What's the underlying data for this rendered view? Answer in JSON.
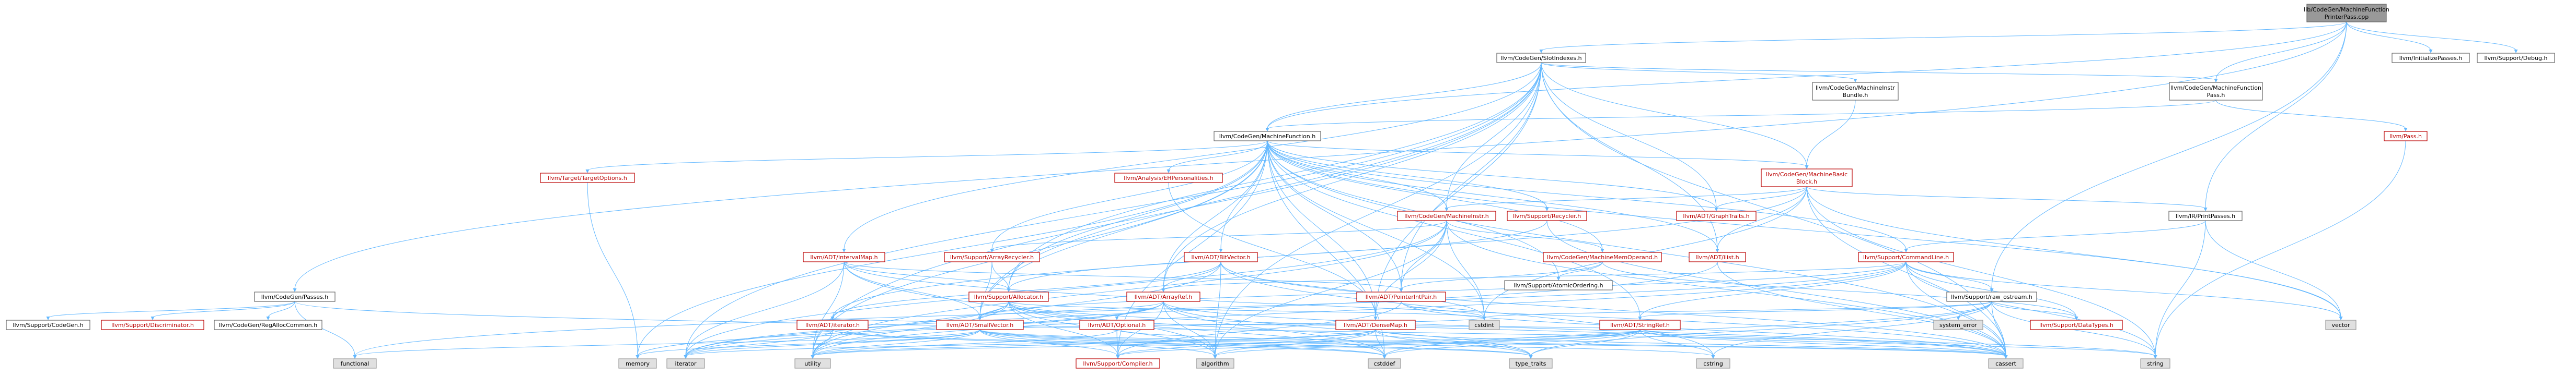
{
  "colors": {
    "edge": "#63b8ff",
    "text_normal": "#000000",
    "text_linked": "#bb0000",
    "border_normal": "#666666",
    "border_linked": "#bb0000",
    "fill_normal": "#ffffff",
    "fill_focus": "#999999",
    "fill_external": "#e0e0e0",
    "border_external": "#999999"
  },
  "nodes": [
    {
      "id": "root",
      "lines": [
        "lib/CodeGen/MachineFunction",
        "PrinterPass.cpp"
      ],
      "kind": "focus"
    },
    {
      "id": "slotindexes",
      "lines": [
        "llvm/CodeGen/SlotIndexes.h"
      ],
      "kind": "normal"
    },
    {
      "id": "initpasses",
      "lines": [
        "llvm/InitializePasses.h"
      ],
      "kind": "normal"
    },
    {
      "id": "debug",
      "lines": [
        "llvm/Support/Debug.h"
      ],
      "kind": "normal"
    },
    {
      "id": "mfpass",
      "lines": [
        "llvm/CodeGen/MachineFunction",
        "Pass.h"
      ],
      "kind": "normal"
    },
    {
      "id": "bundle",
      "lines": [
        "llvm/CodeGen/MachineInstr",
        "Bundle.h"
      ],
      "kind": "normal"
    },
    {
      "id": "mf",
      "lines": [
        "llvm/CodeGen/MachineFunction.h"
      ],
      "kind": "normal"
    },
    {
      "id": "pass",
      "lines": [
        "llvm/Pass.h"
      ],
      "kind": "linked"
    },
    {
      "id": "targetopts",
      "lines": [
        "llvm/Target/TargetOptions.h"
      ],
      "kind": "linked"
    },
    {
      "id": "ehpers",
      "lines": [
        "llvm/Analysis/EHPersonalities.h"
      ],
      "kind": "linked"
    },
    {
      "id": "mbb",
      "lines": [
        "llvm/CodeGen/MachineBasic",
        "Block.h"
      ],
      "kind": "linked"
    },
    {
      "id": "printpasses",
      "lines": [
        "llvm/IR/PrintPasses.h"
      ],
      "kind": "normal"
    },
    {
      "id": "minstr",
      "lines": [
        "llvm/CodeGen/MachineInstr.h"
      ],
      "kind": "linked"
    },
    {
      "id": "recycler",
      "lines": [
        "llvm/Support/Recycler.h"
      ],
      "kind": "linked"
    },
    {
      "id": "graphtraits",
      "lines": [
        "llvm/ADT/GraphTraits.h"
      ],
      "kind": "linked"
    },
    {
      "id": "intervalmap",
      "lines": [
        "llvm/ADT/IntervalMap.h"
      ],
      "kind": "linked"
    },
    {
      "id": "bitvector",
      "lines": [
        "llvm/ADT/BitVector.h"
      ],
      "kind": "linked"
    },
    {
      "id": "arrayrecycler",
      "lines": [
        "llvm/Support/ArrayRecycler.h"
      ],
      "kind": "linked"
    },
    {
      "id": "memoperand",
      "lines": [
        "llvm/CodeGen/MachineMemOperand.h"
      ],
      "kind": "linked"
    },
    {
      "id": "ilist",
      "lines": [
        "llvm/ADT/ilist.h"
      ],
      "kind": "linked"
    },
    {
      "id": "commandline",
      "lines": [
        "llvm/Support/CommandLine.h"
      ],
      "kind": "linked"
    },
    {
      "id": "atomicordering",
      "lines": [
        "llvm/Support/AtomicOrdering.h"
      ],
      "kind": "normal"
    },
    {
      "id": "codegenpasses",
      "lines": [
        "llvm/CodeGen/Passes.h"
      ],
      "kind": "normal"
    },
    {
      "id": "allocator",
      "lines": [
        "llvm/Support/Allocator.h"
      ],
      "kind": "linked"
    },
    {
      "id": "arrayref",
      "lines": [
        "llvm/ADT/ArrayRef.h"
      ],
      "kind": "linked"
    },
    {
      "id": "ptrintpair",
      "lines": [
        "llvm/ADT/PointerIntPair.h"
      ],
      "kind": "linked"
    },
    {
      "id": "rawostream",
      "lines": [
        "llvm/Support/raw_ostream.h"
      ],
      "kind": "normal"
    },
    {
      "id": "cstdint",
      "lines": [
        "cstdint"
      ],
      "kind": "external"
    },
    {
      "id": "vector",
      "lines": [
        "vector"
      ],
      "kind": "external"
    },
    {
      "id": "codegen",
      "lines": [
        "llvm/Support/CodeGen.h"
      ],
      "kind": "normal"
    },
    {
      "id": "discriminator",
      "lines": [
        "llvm/Support/Discriminator.h"
      ],
      "kind": "linked"
    },
    {
      "id": "flagsalloc",
      "lines": [
        "llvm/CodeGen/RegAllocCommon.h"
      ],
      "kind": "normal"
    },
    {
      "id": "iterator",
      "lines": [
        "llvm/ADT/iterator.h"
      ],
      "kind": "linked"
    },
    {
      "id": "smallvector",
      "lines": [
        "llvm/ADT/SmallVector.h"
      ],
      "kind": "linked"
    },
    {
      "id": "optional",
      "lines": [
        "llvm/ADT/Optional.h"
      ],
      "kind": "linked"
    },
    {
      "id": "densemap",
      "lines": [
        "llvm/ADT/DenseMap.h"
      ],
      "kind": "linked"
    },
    {
      "id": "systemerror",
      "lines": [
        "system_error"
      ],
      "kind": "external"
    },
    {
      "id": "stringref",
      "lines": [
        "llvm/ADT/StringRef.h"
      ],
      "kind": "linked"
    },
    {
      "id": "datatypes",
      "lines": [
        "llvm/Support/DataTypes.h"
      ],
      "kind": "linked"
    },
    {
      "id": "functional",
      "lines": [
        "functional"
      ],
      "kind": "external"
    },
    {
      "id": "memory",
      "lines": [
        "memory"
      ],
      "kind": "external"
    },
    {
      "id": "iteratorstd",
      "lines": [
        "iterator"
      ],
      "kind": "external"
    },
    {
      "id": "utility",
      "lines": [
        "utility"
      ],
      "kind": "external"
    },
    {
      "id": "compiler",
      "lines": [
        "llvm/Support/Compiler.h"
      ],
      "kind": "linked"
    },
    {
      "id": "algorithm",
      "lines": [
        "algorithm"
      ],
      "kind": "external"
    },
    {
      "id": "cstddef",
      "lines": [
        "cstddef"
      ],
      "kind": "external"
    },
    {
      "id": "typetraits",
      "lines": [
        "type_traits"
      ],
      "kind": "external"
    },
    {
      "id": "cstring",
      "lines": [
        "cstring"
      ],
      "kind": "external"
    },
    {
      "id": "cassert",
      "lines": [
        "cassert"
      ],
      "kind": "external"
    },
    {
      "id": "string",
      "lines": [
        "string"
      ],
      "kind": "external"
    }
  ],
  "edges": [
    [
      "root",
      "slotindexes"
    ],
    [
      "root",
      "initpasses"
    ],
    [
      "root",
      "debug"
    ],
    [
      "root",
      "mfpass"
    ],
    [
      "root",
      "mf"
    ],
    [
      "root",
      "printpasses"
    ],
    [
      "root",
      "codegenpasses"
    ],
    [
      "root",
      "rawostream"
    ],
    [
      "slotindexes",
      "mf"
    ],
    [
      "slotindexes",
      "bundle"
    ],
    [
      "slotindexes",
      "mbb"
    ],
    [
      "slotindexes",
      "minstr"
    ],
    [
      "slotindexes",
      "intervalmap"
    ],
    [
      "slotindexes",
      "ilist"
    ],
    [
      "slotindexes",
      "allocator"
    ],
    [
      "slotindexes",
      "smallvector"
    ],
    [
      "slotindexes",
      "densemap"
    ],
    [
      "slotindexes",
      "ptrintpair"
    ],
    [
      "slotindexes",
      "iteratorstd"
    ],
    [
      "slotindexes",
      "utility"
    ],
    [
      "slotindexes",
      "algorithm"
    ],
    [
      "slotindexes",
      "cassert"
    ],
    [
      "slotindexes",
      "mfpass"
    ],
    [
      "slotindexes",
      "arrayref"
    ],
    [
      "slotindexes",
      "graphtraits"
    ],
    [
      "mfpass",
      "pass"
    ],
    [
      "mfpass",
      "mf"
    ],
    [
      "bundle",
      "mbb"
    ],
    [
      "mf",
      "targetopts"
    ],
    [
      "mf",
      "ehpers"
    ],
    [
      "mf",
      "mbb"
    ],
    [
      "mf",
      "minstr"
    ],
    [
      "mf",
      "recycler"
    ],
    [
      "mf",
      "graphtraits"
    ],
    [
      "mf",
      "bitvector"
    ],
    [
      "mf",
      "arrayrecycler"
    ],
    [
      "mf",
      "memoperand"
    ],
    [
      "mf",
      "ilist"
    ],
    [
      "mf",
      "atomicordering"
    ],
    [
      "mf",
      "allocator"
    ],
    [
      "mf",
      "arrayref"
    ],
    [
      "mf",
      "ptrintpair"
    ],
    [
      "mf",
      "smallvector"
    ],
    [
      "mf",
      "densemap"
    ],
    [
      "mf",
      "stringref"
    ],
    [
      "mf",
      "compiler"
    ],
    [
      "mf",
      "cstdint"
    ],
    [
      "mf",
      "vector"
    ],
    [
      "mf",
      "memory"
    ],
    [
      "mf",
      "utility"
    ],
    [
      "mf",
      "cassert"
    ],
    [
      "mf",
      "cstddef"
    ],
    [
      "mf",
      "commandline"
    ],
    [
      "pass",
      "string"
    ],
    [
      "targetopts",
      "memory"
    ],
    [
      "ehpers",
      "densemap"
    ],
    [
      "mbb",
      "graphtraits"
    ],
    [
      "mbb",
      "ilist"
    ],
    [
      "mbb",
      "iterator"
    ],
    [
      "mbb",
      "minstr"
    ],
    [
      "mbb",
      "printpasses"
    ],
    [
      "mbb",
      "cassert"
    ],
    [
      "mbb",
      "string"
    ],
    [
      "mbb",
      "vector"
    ],
    [
      "mbb",
      "cstdint"
    ],
    [
      "printpasses",
      "commandline"
    ],
    [
      "printpasses",
      "vector"
    ],
    [
      "printpasses",
      "string"
    ],
    [
      "minstr",
      "memoperand"
    ],
    [
      "minstr",
      "arrayrecycler"
    ],
    [
      "minstr",
      "ptrintpair"
    ],
    [
      "minstr",
      "densemap"
    ],
    [
      "minstr",
      "algorithm"
    ],
    [
      "minstr",
      "cassert"
    ],
    [
      "minstr",
      "cstdint"
    ],
    [
      "minstr",
      "iteratorstd"
    ],
    [
      "minstr",
      "utility"
    ],
    [
      "recycler",
      "allocator"
    ],
    [
      "recycler",
      "cassert"
    ],
    [
      "intervalmap",
      "allocator"
    ],
    [
      "intervalmap",
      "smallvector"
    ],
    [
      "intervalmap",
      "ptrintpair"
    ],
    [
      "intervalmap",
      "iteratorstd"
    ],
    [
      "intervalmap",
      "cassert"
    ],
    [
      "intervalmap",
      "algorithm"
    ],
    [
      "intervalmap",
      "utility"
    ],
    [
      "bitvector",
      "arrayref"
    ],
    [
      "bitvector",
      "iterator"
    ],
    [
      "bitvector",
      "algorithm"
    ],
    [
      "bitvector",
      "cassert"
    ],
    [
      "bitvector",
      "climits"
    ],
    [
      "bitvector",
      "cstdint"
    ],
    [
      "bitvector",
      "cstring"
    ],
    [
      "bitvector",
      "utility"
    ],
    [
      "arrayrecycler",
      "allocator"
    ],
    [
      "arrayrecycler",
      "smallvector"
    ],
    [
      "memoperand",
      "atomicordering"
    ],
    [
      "memoperand",
      "ptrintpair"
    ],
    [
      "memoperand",
      "datatypes"
    ],
    [
      "ilist",
      "ilistbase"
    ],
    [
      "ilist",
      "iteratorstd"
    ],
    [
      "ilist",
      "cassert"
    ],
    [
      "commandline",
      "rawostream"
    ],
    [
      "commandline",
      "stringref"
    ],
    [
      "commandline",
      "smallvector"
    ],
    [
      "commandline",
      "arrayref"
    ],
    [
      "commandline",
      "datatypes"
    ],
    [
      "commandline",
      "functional"
    ],
    [
      "commandline",
      "vector"
    ],
    [
      "commandline",
      "string"
    ],
    [
      "commandline",
      "cassert"
    ],
    [
      "commandline",
      "utility"
    ],
    [
      "codegenpasses",
      "codegen"
    ],
    [
      "codegenpasses",
      "discriminator"
    ],
    [
      "codegenpasses",
      "flagsalloc"
    ],
    [
      "codegenpasses",
      "functional"
    ],
    [
      "codegenpasses",
      "string"
    ],
    [
      "allocator",
      "smallvector"
    ],
    [
      "allocator",
      "compiler"
    ],
    [
      "allocator",
      "algorithm"
    ],
    [
      "allocator",
      "cassert"
    ],
    [
      "allocator",
      "cstddef"
    ],
    [
      "allocator",
      "cstdint"
    ],
    [
      "allocator",
      "iteratorstd"
    ],
    [
      "allocator",
      "typetraits"
    ],
    [
      "allocator",
      "utility"
    ],
    [
      "arrayref",
      "smallvector"
    ],
    [
      "arrayref",
      "optional"
    ],
    [
      "arrayref",
      "compiler"
    ],
    [
      "arrayref",
      "algorithm"
    ],
    [
      "arrayref",
      "cassert"
    ],
    [
      "arrayref",
      "cstddef"
    ],
    [
      "arrayref",
      "iteratorstd"
    ],
    [
      "arrayref",
      "memory"
    ],
    [
      "arrayref",
      "typetraits"
    ],
    [
      "ptrintpair",
      "compiler"
    ],
    [
      "ptrintpair",
      "cassert"
    ],
    [
      "ptrintpair",
      "cstdint"
    ],
    [
      "ptrintpair",
      "limits"
    ],
    [
      "rawostream",
      "stringref"
    ],
    [
      "rawostream",
      "datatypes"
    ],
    [
      "rawostream",
      "cassert"
    ],
    [
      "rawostream",
      "cstddef"
    ],
    [
      "rawostream",
      "cstdint"
    ],
    [
      "rawostream",
      "cstring"
    ],
    [
      "rawostream",
      "string"
    ],
    [
      "rawostream",
      "systemerror"
    ],
    [
      "rawostream",
      "typetraits"
    ],
    [
      "iterator",
      "iteratorstd"
    ],
    [
      "iterator",
      "cstddef"
    ],
    [
      "iterator",
      "typetraits"
    ],
    [
      "iterator",
      "utility"
    ],
    [
      "smallvector",
      "compiler"
    ],
    [
      "smallvector",
      "algorithm"
    ],
    [
      "smallvector",
      "cassert"
    ],
    [
      "smallvector",
      "cstddef"
    ],
    [
      "smallvector",
      "cstdint"
    ],
    [
      "smallvector",
      "cstring"
    ],
    [
      "smallvector",
      "functional"
    ],
    [
      "smallvector",
      "iteratorstd"
    ],
    [
      "smallvector",
      "memory"
    ],
    [
      "smallvector",
      "typetraits"
    ],
    [
      "smallvector",
      "utility"
    ],
    [
      "optional",
      "compiler"
    ],
    [
      "optional",
      "cassert"
    ],
    [
      "optional",
      "new"
    ],
    [
      "optional",
      "utility"
    ],
    [
      "densemap",
      "compiler"
    ],
    [
      "densemap",
      "algorithm"
    ],
    [
      "densemap",
      "cassert"
    ],
    [
      "densemap",
      "cstddef"
    ],
    [
      "densemap",
      "iteratorstd"
    ],
    [
      "densemap",
      "typetraits"
    ],
    [
      "densemap",
      "utility"
    ],
    [
      "stringref",
      "iterator"
    ],
    [
      "stringref",
      "compiler"
    ],
    [
      "stringref",
      "algorithm"
    ],
    [
      "stringref",
      "cassert"
    ],
    [
      "stringref",
      "cstddef"
    ],
    [
      "stringref",
      "cstring"
    ],
    [
      "stringref",
      "limits"
    ],
    [
      "stringref",
      "string"
    ],
    [
      "stringref",
      "typetraits"
    ],
    [
      "stringref",
      "utility"
    ]
  ]
}
